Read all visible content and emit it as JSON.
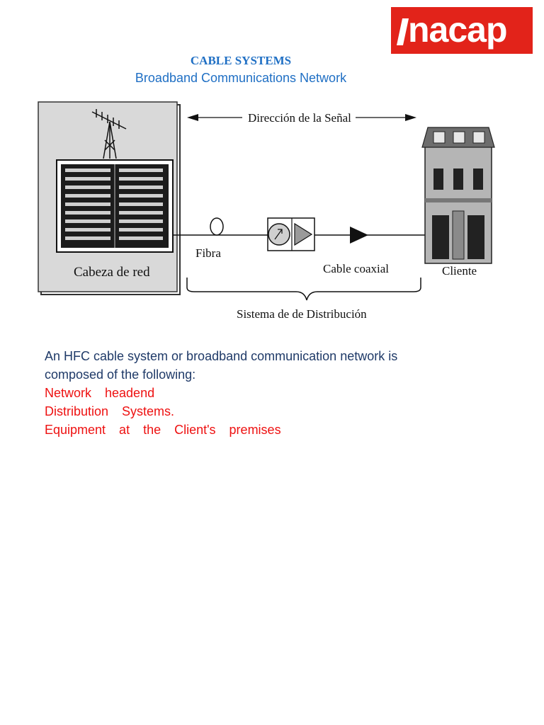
{
  "logo": {
    "text": "nacap"
  },
  "header": {
    "title": "CABLE SYSTEMS",
    "subtitle": "Broadband Communications Network"
  },
  "diagram": {
    "signal_direction": "Dirección de la Señal",
    "headend_label": "Cabeza de red",
    "fiber_label": "Fibra",
    "coax_label": "Cable coaxial",
    "client_label": "Cliente",
    "distribution_label": "Sistema de  de Distribución"
  },
  "body": {
    "intro_line1": "An HFC cable system or broadband communication network is",
    "intro_line2": "composed of the following:",
    "items": [
      "Network headend",
      "Distribution Systems.",
      "Equipment at the Client's premises"
    ]
  },
  "colors": {
    "brand_red": "#e2231a",
    "title_blue": "#1f6fc4",
    "intro_navy": "#1f3a68",
    "list_red": "#ee1111"
  }
}
